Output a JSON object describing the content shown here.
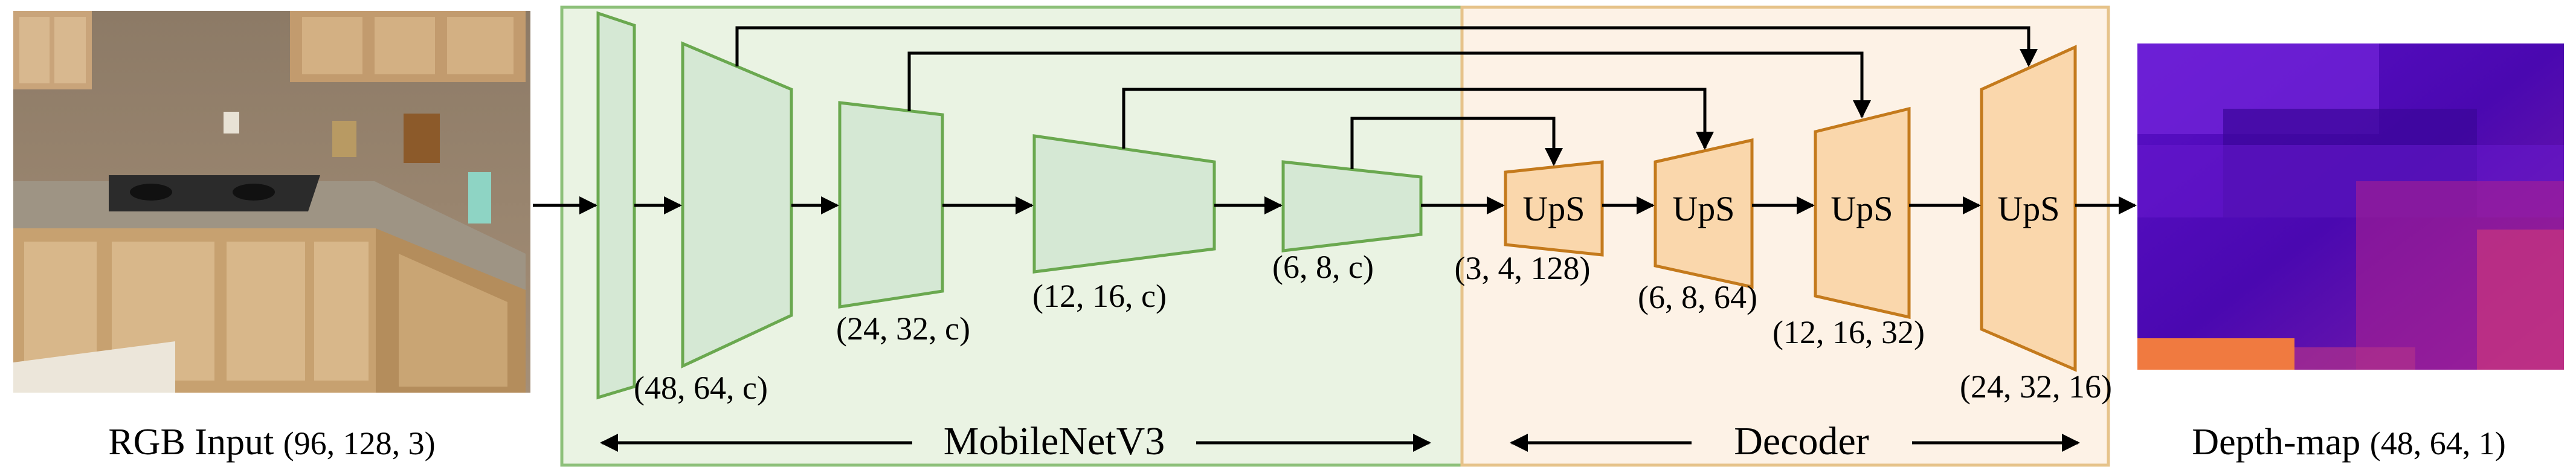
{
  "input": {
    "label": "RGB Input",
    "shape": "(96, 128, 3)"
  },
  "output": {
    "label": "Depth-map",
    "shape": "(48, 64, 1)"
  },
  "encoder": {
    "name": "MobileNetV3",
    "stage_shapes": [
      "(48, 64, c)",
      "(24, 32, c)",
      "(12, 16, c)",
      "(6, 8, c)"
    ]
  },
  "decoder": {
    "name": "Decoder",
    "block_label": "UpS",
    "block_shapes": [
      "(3, 4, 128)",
      "(6, 8, 64)",
      "(12, 16, 32)",
      "(24, 32, 16)"
    ]
  },
  "colors": {
    "encoder_bg": "#eaf3e3",
    "encoder_border": "#8dc07a",
    "encoder_fill": "#d5e8d4",
    "encoder_stroke": "#6aa84f",
    "decoder_bg": "#fdf2e6",
    "decoder_border": "#e6c38a",
    "decoder_fill": "#fad7ac",
    "decoder_stroke": "#c47a1c"
  }
}
